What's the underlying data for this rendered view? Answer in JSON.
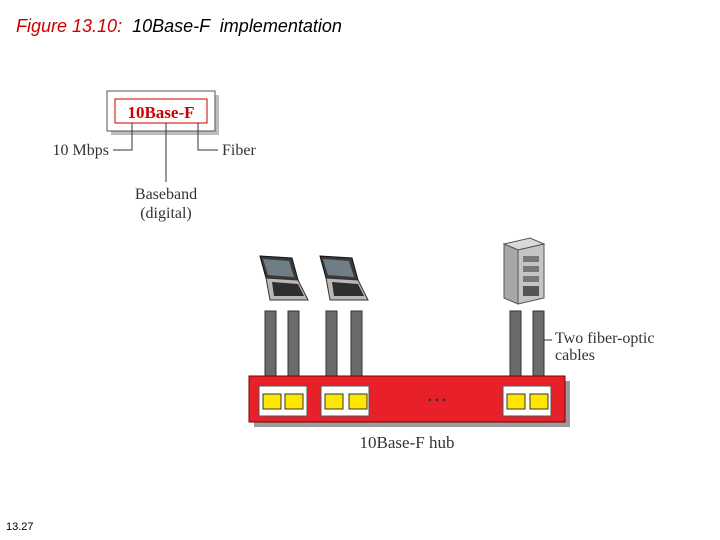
{
  "header": {
    "figure_label": "Figure 13.10:",
    "title": "10Base-F  implementation"
  },
  "footer": {
    "page_number": "13.27"
  },
  "name_diagram": {
    "box_label": "10Base-F",
    "speed_label": "10 Mbps",
    "medium_label": "Fiber",
    "signal_label_line1": "Baseband",
    "signal_label_line2": "(digital)"
  },
  "network": {
    "cable_label_line1": "Two fiber-optic",
    "cable_label_line2": "cables",
    "hub_label": "10Base-F  hub",
    "ellipsis": "• • •",
    "stations": [
      "laptop",
      "laptop",
      "server"
    ]
  },
  "colors": {
    "title_red": "#cc0000",
    "hub_red": "#e8202a",
    "port_yellow": "#ffe600",
    "cable_gray": "#6b6b6b"
  }
}
